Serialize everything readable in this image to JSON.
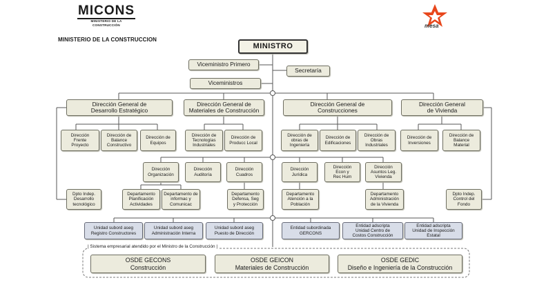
{
  "logos": {
    "micons_name": "MICONS",
    "micons_subtitle": "MINISTERIO DE LA CONSTRUCCIÓN",
    "mesa_name": "mesa",
    "mesa_color": "#e8471c"
  },
  "heading": "MINISTERIO DE LA CONSTRUCCION",
  "top": {
    "ministro": "MINISTRO",
    "viceministro_primero": "Viceministro Primero",
    "secretaria": "Secretaría",
    "viceministros": "Viceministros"
  },
  "general": {
    "desarrollo": "Dirección General de\nDesarrollo Estratégico",
    "materiales": "Dirección General de\nMateriales de Construcción",
    "construcciones": "Dirección General de\nConstrucciones",
    "vivienda": "Dirección General\nde Vivienda"
  },
  "direcciones": {
    "frente": "Dirección\nFrente\nProyecto",
    "balance": "Dirección de\nBalance\nConstructivo",
    "equipos": "Dirección de\nEquipos",
    "tecnologias": "Dirección de\nTecnologías\nIndustriales",
    "producc": "Dirección de\nProducc Local",
    "obras_ing": "Dirección de\nobras de\nIngeniería",
    "edificaciones": "Dirección de\nEdificaciones",
    "obras_ind": "Dirección de\nObras\nIndustriales",
    "inversiones": "Dirección de\nInversiones",
    "balance_mat": "Dirección de\nBalance\nMaterial"
  },
  "staff": {
    "organizacion": "Dirección\nOrganización",
    "auditoria": "Dirección\nAuditoría",
    "cuadros": "Dirección\nCuadros",
    "juridica": "Dirección\nJurídica",
    "econ": "Dirección\nEcon y\nRec Hum",
    "asuntos": "Dirección\nAsuntos Leg.\nVivienda"
  },
  "departamentos": {
    "dpto_desarrollo": "Dpto Indep.\nDesarrollo\ntecnológico",
    "planificacion": "Departamento\nPlanificación\nActividades",
    "informac": "Departamento de\ninformac y\nComunicac",
    "defensa": "Departamento\nDefensa, Seg\ny Protección",
    "atencion": "Departamento\nAtención a la\nPoblación",
    "admin_vivienda": "Departamento\nAdministración\nde la Vivienda",
    "dpto_control": "Dpto Indep.\nControl del\nFondo"
  },
  "unidades": {
    "registro": "Unidad subord aseg\nRegistro Constructores",
    "admin_interna": "Unidad subord aseg\nAdministración Interna",
    "puesto": "Unidad subord aseg\nPuesto de Dirección",
    "gercons": "Entidad subordinada\nGERCONS",
    "costos": "Entidad adscripta\nUnidad Centro de\nCostos Construcción",
    "inspeccion": "Entidad adscripta\nUnidad de Inspección\nEstatal"
  },
  "sistema": {
    "label": "| Sistema empresarial atendido por el Ministro de la Construcción |",
    "gecons": "OSDE GECONS\nConstrucción",
    "geicon": "OSDE GEICON\nMateriales de Construcción",
    "gedic": "OSDE GEDIC\nDiseño e Ingeniería de la Construcción"
  }
}
